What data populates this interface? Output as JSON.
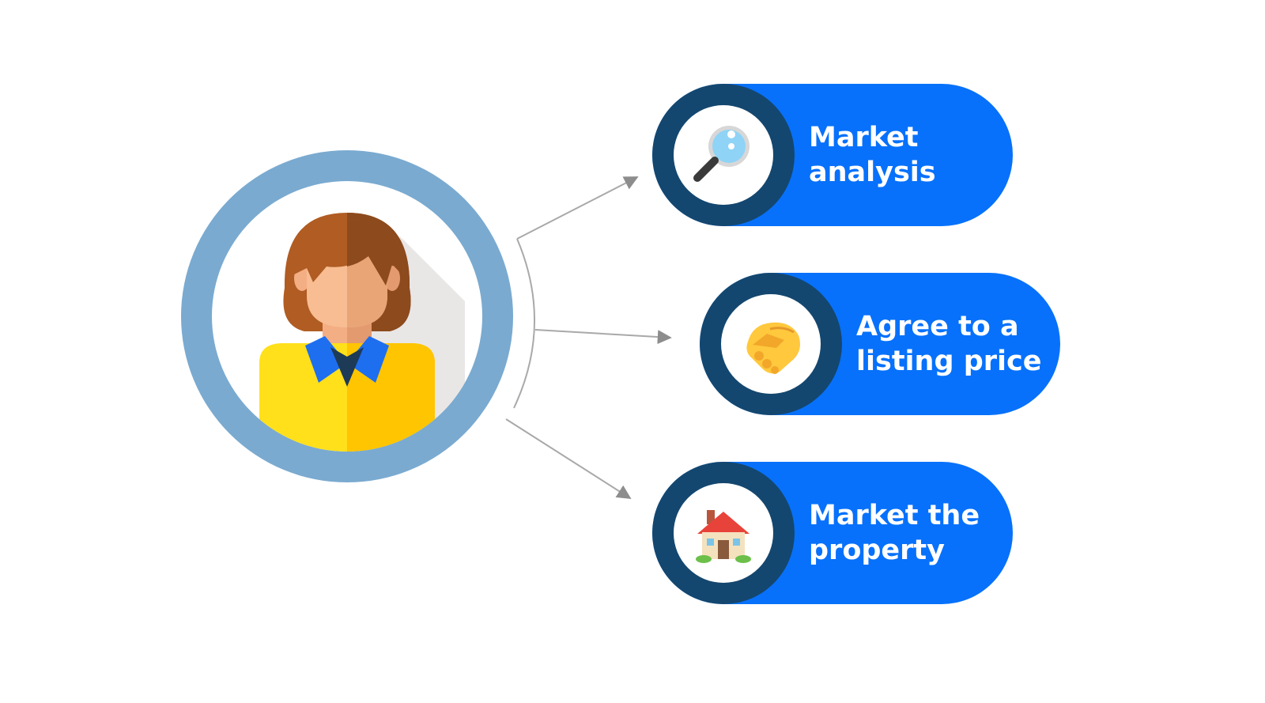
{
  "steps": [
    {
      "line1": "Market",
      "line2": "analysis",
      "icon": "magnifier-icon"
    },
    {
      "line1": "Agree to a",
      "line2": "listing price",
      "icon": "handshake-icon"
    },
    {
      "line1": "Market the",
      "line2": "property",
      "icon": "house-icon"
    }
  ],
  "colors": {
    "pill": "#0771fb",
    "badge_ring": "#14476f",
    "agent_ring": "#7aaad0",
    "arrow": "#9a9a9a"
  }
}
